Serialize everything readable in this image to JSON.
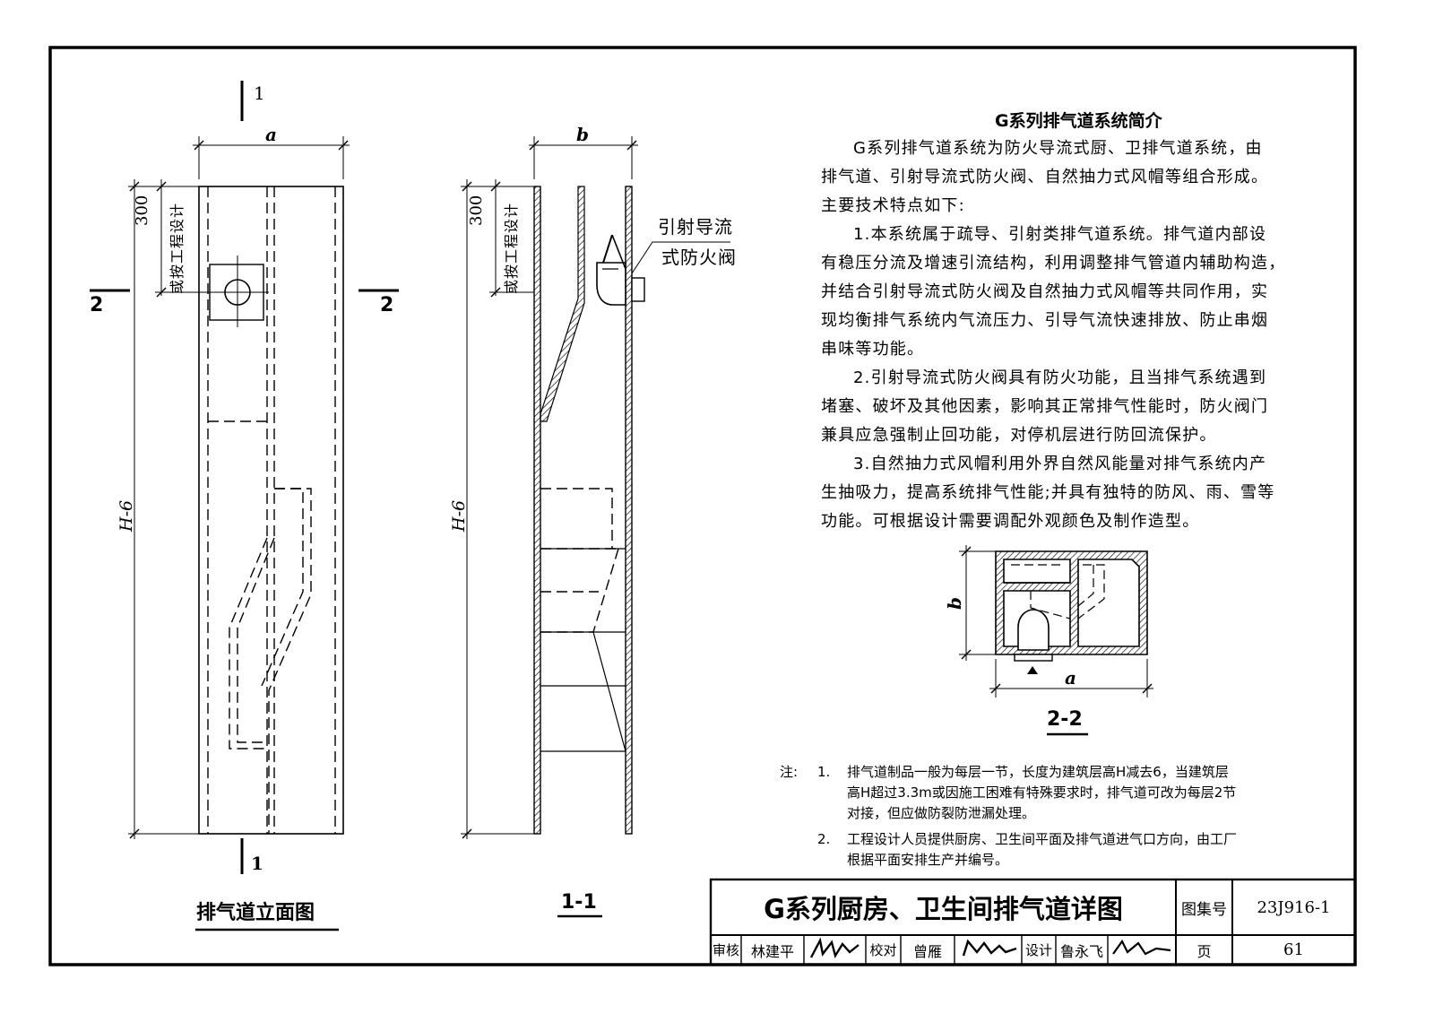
{
  "elevation": {
    "section_mark": "1",
    "dim_width": "a",
    "dim_top": "300",
    "dim_top_note": "或按工程设计",
    "dim_height": "H-6",
    "cut_mark": "2",
    "title": "排气道立面图"
  },
  "section_1": {
    "dim_width": "b",
    "dim_top": "300",
    "dim_top_note": "或按工程设计",
    "dim_height": "H-6",
    "valve_label_line1": "引射导流",
    "valve_label_line2": "式防火阀",
    "title": "1-1"
  },
  "description": {
    "title": "G系列排气道系统简介",
    "lines": [
      "G系列排气道系统为防火导流式厨、卫排气道系统，由",
      "排气道、引射导流式防火阀、自然抽力式风帽等组合形成。",
      "主要技术特点如下:",
      "1.本系统属于疏导、引射类排气道系统。排气道内部设",
      "有稳压分流及增速引流结构，利用调整排气管道内辅助构造，",
      "并结合引射导流式防火阀及自然抽力式风帽等共同作用，实",
      "现均衡排气系统内气流压力、引导气流快速排放、防止串烟",
      "串味等功能。",
      "2.引射导流式防火阀具有防火功能，且当排气系统遇到",
      "堵塞、破坏及其他因素，影响其正常排气性能时，防火阀门",
      "兼具应急强制止回功能，对停机层进行防回流保护。",
      "3.自然抽力式风帽利用外界自然风能量对排气系统内产",
      "生抽吸力，提高系统排气性能;并具有独特的防风、雨、雪等",
      "功能。可根据设计需要调配外观颜色及制作造型。"
    ]
  },
  "section_2": {
    "dim_a": "a",
    "dim_b": "b",
    "title": "2-2"
  },
  "notes": {
    "label": "注:",
    "items": [
      {
        "num": "1.",
        "lines": [
          "排气道制品一般为每层一节，长度为建筑层高H减去6，当建筑层",
          "高H超过3.3m或因施工困难有特殊要求时，排气道可改为每层2节",
          "对接，但应做防裂防泄漏处理。"
        ]
      },
      {
        "num": "2.",
        "lines": [
          "工程设计人员提供厨房、卫生间平面及排气道进气口方向，由工厂",
          "根据平面安排生产并编号。"
        ]
      }
    ]
  },
  "title_block": {
    "drawing_title": "G系列厨房、卫生间排气道详图",
    "atlas_label": "图集号",
    "atlas_no": "23J916-1",
    "review_label": "审核",
    "reviewer": "林建平",
    "check_label": "校对",
    "checker": "曾雁",
    "design_label": "设计",
    "designer": "鲁永飞",
    "page_label": "页",
    "page_no": "61"
  }
}
